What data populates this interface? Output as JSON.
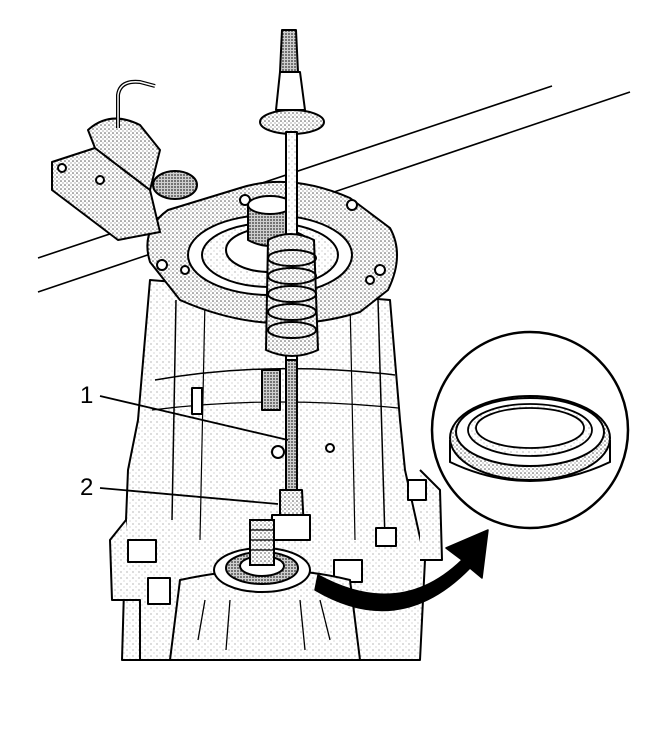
{
  "figure": {
    "callouts": [
      {
        "id": "callout-1",
        "label": "1"
      },
      {
        "id": "callout-2",
        "label": "2"
      }
    ]
  }
}
